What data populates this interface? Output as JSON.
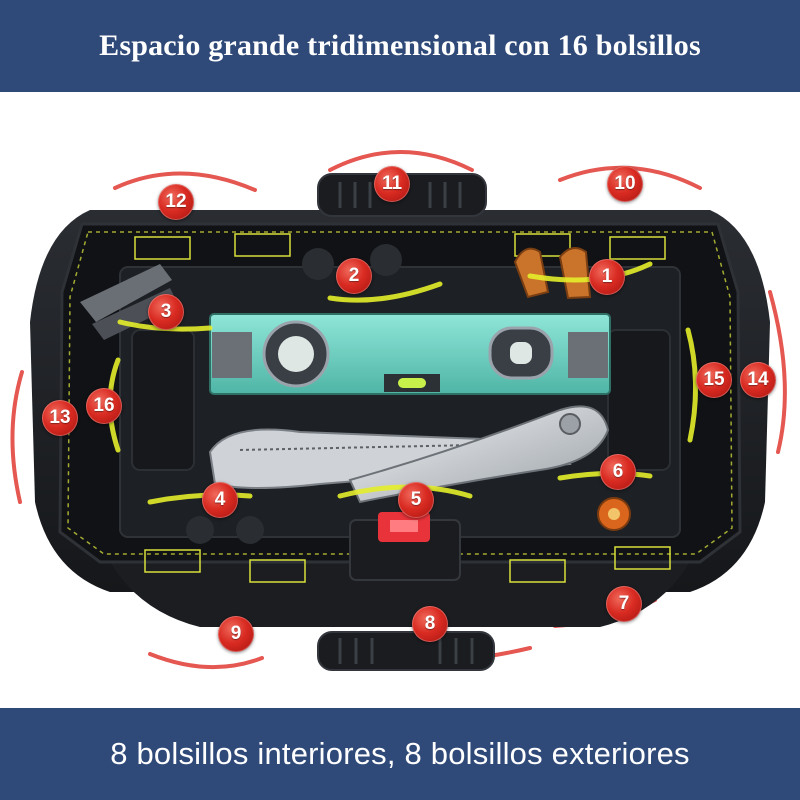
{
  "header": {
    "title": "Espacio grande tridimensional con 16 bolsillos"
  },
  "footer": {
    "caption": "8 bolsillos interiores, 8 bolsillos exteriores"
  },
  "markers": {
    "m1": "1",
    "m2": "2",
    "m3": "3",
    "m4": "4",
    "m5": "5",
    "m6": "6",
    "m7": "7",
    "m8": "8",
    "m9": "9",
    "m10": "10",
    "m11": "11",
    "m12": "12",
    "m13": "13",
    "m14": "14",
    "m15": "15",
    "m16": "16"
  },
  "colors": {
    "banner": "#2f4a78",
    "marker": "#d92b22",
    "accent_yellow": "#e4ee2a",
    "bag_fabric": "#1f2226",
    "level_body": "#6fd6c6"
  }
}
